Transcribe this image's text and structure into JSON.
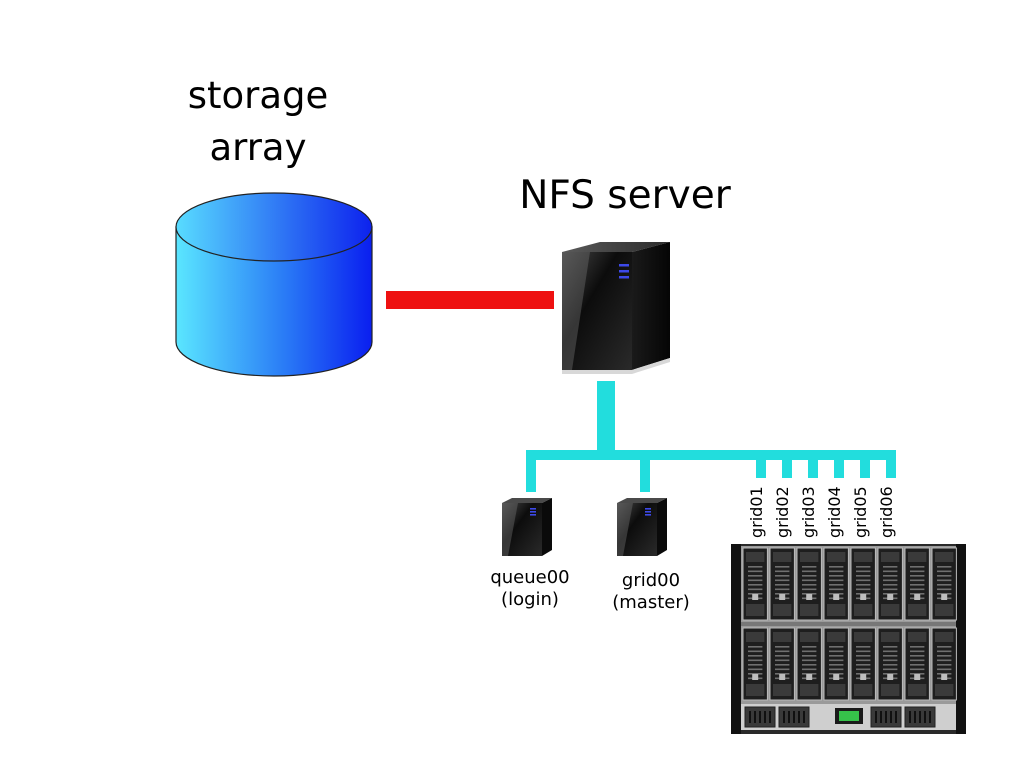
{
  "storage": {
    "label_line1": "storage",
    "label_line2": "array"
  },
  "nfs": {
    "label": "NFS server"
  },
  "nodes": [
    {
      "line1": "queue00",
      "line2": "(login)"
    },
    {
      "line1": "grid00",
      "line2": "(master)"
    }
  ],
  "grid_nodes": [
    "grid01",
    "grid02",
    "grid03",
    "grid04",
    "grid05",
    "grid06"
  ],
  "colors": {
    "storage_link": "#ee1111",
    "network_link": "#22dddd",
    "cylinder_dark": "#0a1ef0",
    "cylinder_light": "#5ae6ff"
  },
  "icons": {
    "storage": "database-cylinder-icon",
    "server": "tower-server-icon",
    "blade": "blade-enclosure-icon"
  }
}
